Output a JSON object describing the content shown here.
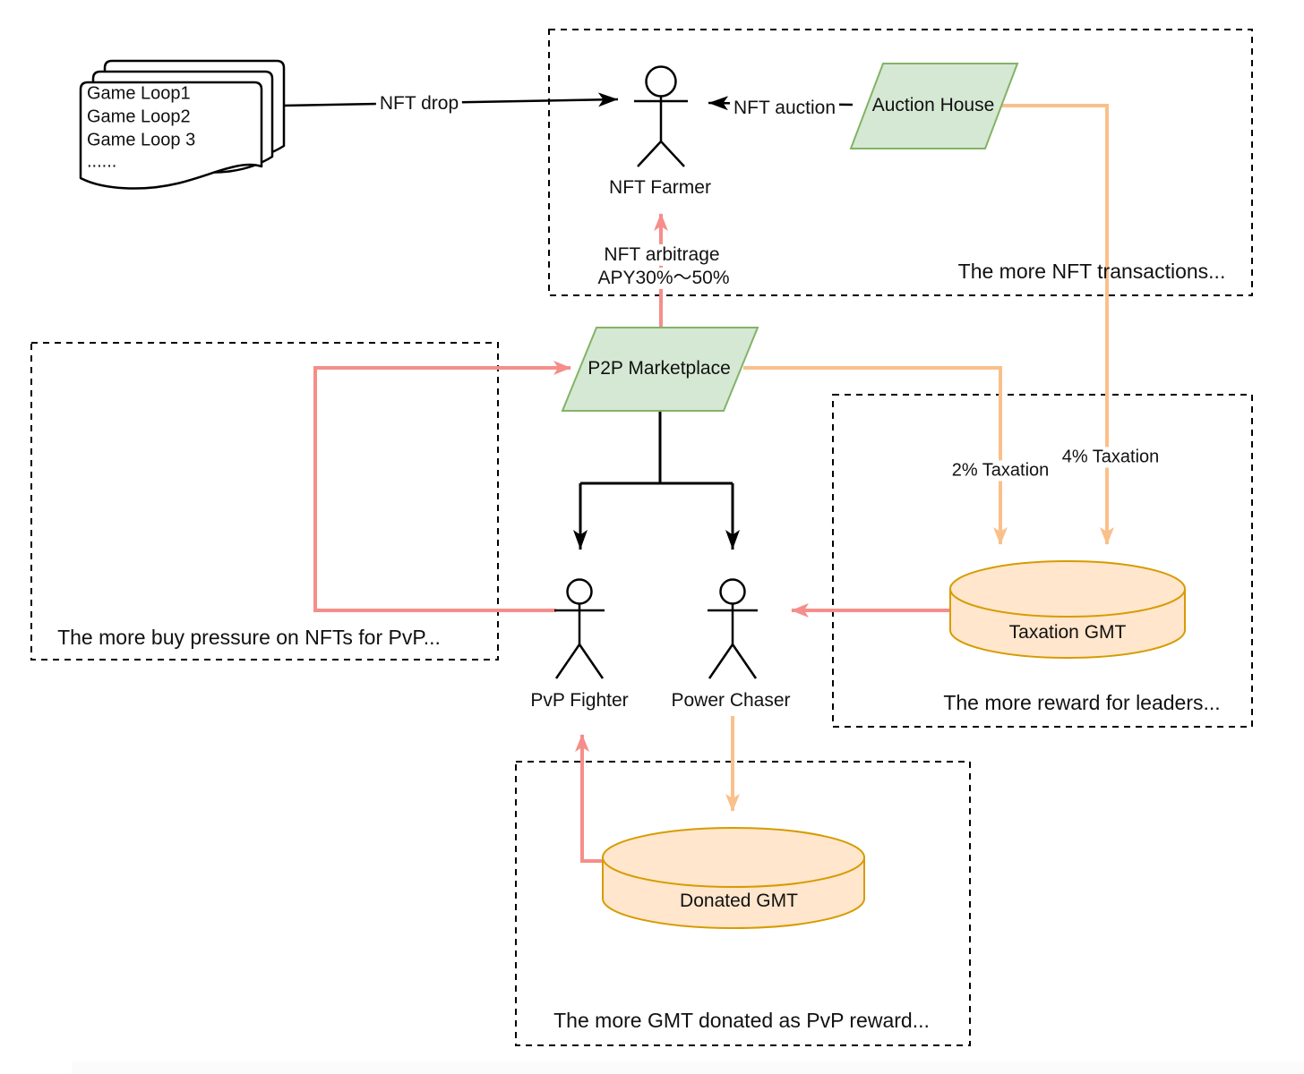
{
  "nodes": {
    "game_loops": {
      "lines": [
        "Game Loop1",
        "Game Loop2",
        "Game Loop 3",
        "......"
      ]
    },
    "nft_farmer": {
      "label": "NFT Farmer"
    },
    "auction_house": {
      "label": "Auction House"
    },
    "p2p_marketplace": {
      "label": "P2P Marketplace"
    },
    "pvp_fighter": {
      "label": "PvP Fighter"
    },
    "power_chaser": {
      "label": "Power Chaser"
    },
    "taxation_gmt": {
      "label": "Taxation GMT"
    },
    "donated_gmt": {
      "label": "Donated GMT"
    }
  },
  "edges": {
    "nft_drop": {
      "label": "NFT drop"
    },
    "nft_auction": {
      "label": "NFT auction"
    },
    "nft_arbitrage": {
      "label_line1": "NFT arbitrage",
      "label_line2": "APY30%～50%"
    },
    "taxation_2": {
      "label": "2% Taxation"
    },
    "taxation_4": {
      "label": "4% Taxation"
    }
  },
  "notes": {
    "more_nft_transactions": "The more NFT transactions...",
    "more_buy_pressure": "The more buy pressure on NFTs for PvP...",
    "more_reward_leaders": "The more reward for leaders...",
    "more_gmt_donated": "The more GMT donated as PvP reward..."
  },
  "colors": {
    "process_fill": "#d5e8d4",
    "process_stroke": "#82b366",
    "store_fill": "#ffe6cc",
    "store_stroke": "#d79b00",
    "pink": "#f58e8a",
    "orange": "#fac08a",
    "line": "#000000"
  }
}
